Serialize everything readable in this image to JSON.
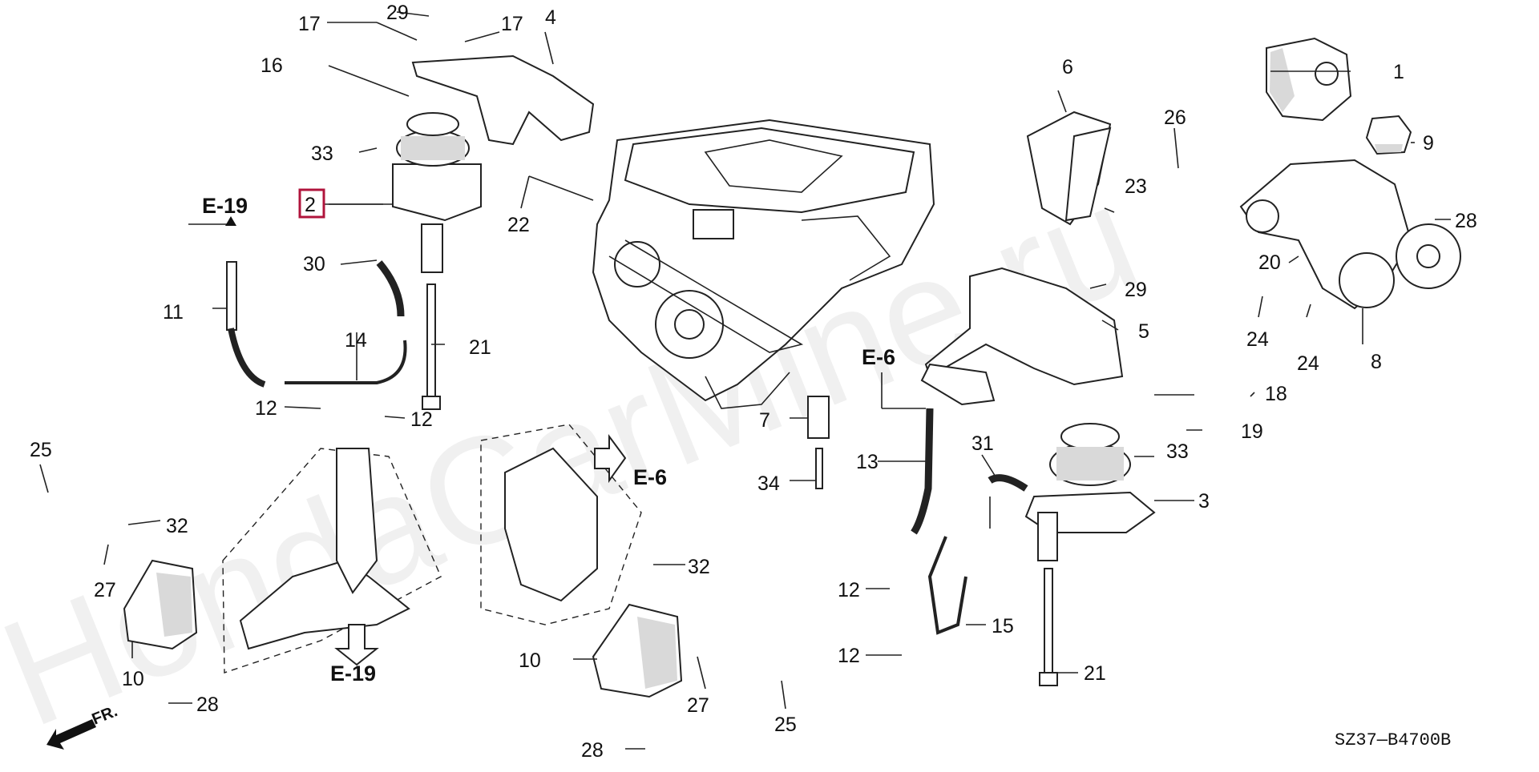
{
  "watermark": "HondaCarMine.ru",
  "figure_code": "SZ37—B4700B",
  "front_label": "FR.",
  "highlight_color": "#b0143c",
  "callouts": [
    {
      "id": "c1",
      "text": "1"
    },
    {
      "id": "c2",
      "text": "2",
      "highlighted": true
    },
    {
      "id": "c3",
      "text": "3"
    },
    {
      "id": "c4",
      "text": "4"
    },
    {
      "id": "c5",
      "text": "5"
    },
    {
      "id": "c6",
      "text": "6"
    },
    {
      "id": "c7",
      "text": "7"
    },
    {
      "id": "c8",
      "text": "8"
    },
    {
      "id": "c9",
      "text": "9"
    },
    {
      "id": "c10a",
      "text": "10"
    },
    {
      "id": "c10b",
      "text": "10"
    },
    {
      "id": "c11",
      "text": "11"
    },
    {
      "id": "c12a",
      "text": "12"
    },
    {
      "id": "c12b",
      "text": "12"
    },
    {
      "id": "c12c",
      "text": "12"
    },
    {
      "id": "c12d",
      "text": "12"
    },
    {
      "id": "c13",
      "text": "13"
    },
    {
      "id": "c14",
      "text": "14"
    },
    {
      "id": "c15",
      "text": "15"
    },
    {
      "id": "c16",
      "text": "16"
    },
    {
      "id": "c17a",
      "text": "17"
    },
    {
      "id": "c17b",
      "text": "17"
    },
    {
      "id": "c18",
      "text": "18"
    },
    {
      "id": "c19",
      "text": "19"
    },
    {
      "id": "c20",
      "text": "20"
    },
    {
      "id": "c21a",
      "text": "21"
    },
    {
      "id": "c21b",
      "text": "21"
    },
    {
      "id": "c22",
      "text": "22"
    },
    {
      "id": "c23",
      "text": "23"
    },
    {
      "id": "c24a",
      "text": "24"
    },
    {
      "id": "c24b",
      "text": "24"
    },
    {
      "id": "c25a",
      "text": "25"
    },
    {
      "id": "c25b",
      "text": "25"
    },
    {
      "id": "c26",
      "text": "26"
    },
    {
      "id": "c27a",
      "text": "27"
    },
    {
      "id": "c27b",
      "text": "27"
    },
    {
      "id": "c28a",
      "text": "28"
    },
    {
      "id": "c28b",
      "text": "28"
    },
    {
      "id": "c28c",
      "text": "28"
    },
    {
      "id": "c29a",
      "text": "29"
    },
    {
      "id": "c29b",
      "text": "29"
    },
    {
      "id": "c30",
      "text": "30"
    },
    {
      "id": "c31",
      "text": "31"
    },
    {
      "id": "c32a",
      "text": "32"
    },
    {
      "id": "c32b",
      "text": "32"
    },
    {
      "id": "c33a",
      "text": "33"
    },
    {
      "id": "c33b",
      "text": "33"
    },
    {
      "id": "c34",
      "text": "34"
    }
  ],
  "section_refs": [
    {
      "id": "e19a",
      "text": "E-19"
    },
    {
      "id": "e19b",
      "text": "E-19"
    },
    {
      "id": "e6a",
      "text": "E-6"
    },
    {
      "id": "e6b",
      "text": "E-6"
    }
  ]
}
